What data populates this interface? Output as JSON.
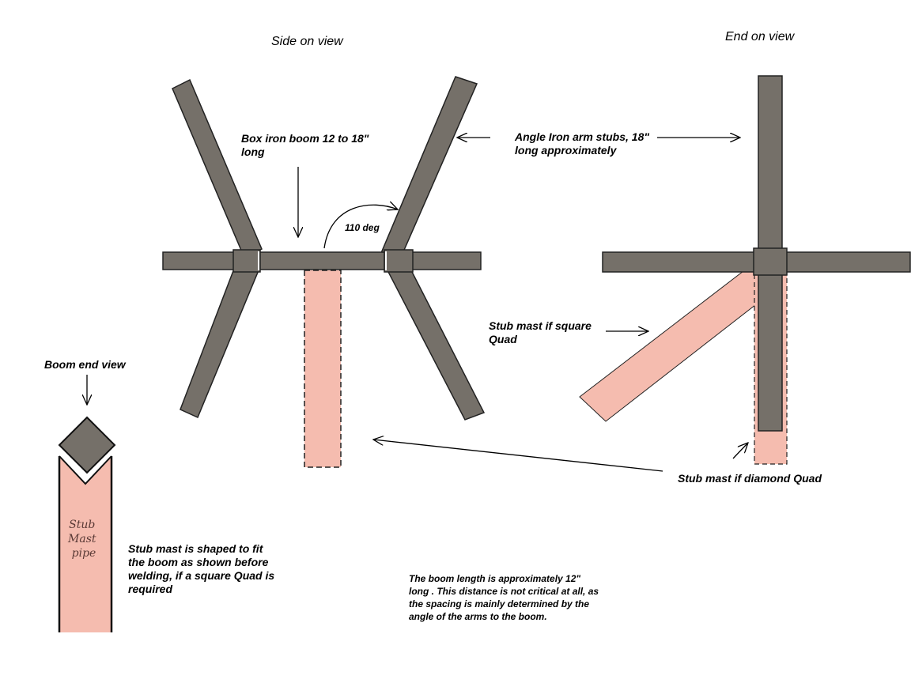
{
  "colors": {
    "iron": "#757069",
    "mast": "#f5bcaf",
    "outline": "#222222"
  },
  "side_view": {
    "title": "Side on view",
    "boom_label": [
      "Box iron boom 12 to 18\"",
      "long"
    ],
    "angle_label": "110 deg"
  },
  "end_view": {
    "title": "End on view",
    "arm_label": [
      "Angle Iron arm stubs, 18\"",
      "long approximately"
    ],
    "square_label": [
      "Stub mast if square",
      "Quad"
    ],
    "diamond_label": "Stub mast if diamond Quad"
  },
  "boom_end": {
    "title": "Boom end view",
    "pipe_label": [
      "Stub",
      "Mast",
      "pipe"
    ],
    "shaped_note": [
      "Stub mast is shaped to fit",
      "the boom as shown before",
      "welding, if a square Quad is",
      "required"
    ]
  },
  "footer_note": [
    "The boom length is approximately 12\"",
    "long . This distance is not critical at all, as",
    "the spacing is mainly determined by the",
    "angle of the arms to the boom."
  ]
}
